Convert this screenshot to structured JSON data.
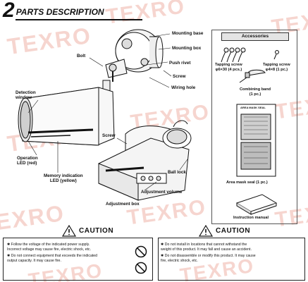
{
  "header": {
    "section_number": "2",
    "section_title": "PARTS DESCRIPTION"
  },
  "watermark": {
    "text": "TEXRO",
    "color": "#f3c8bf"
  },
  "camera_parts": {
    "mounting_base": "Mounting base",
    "mounting_box": "Mounting box",
    "bolt": "Bolt",
    "push_rivet": "Push rivet",
    "screw": "Screw",
    "wiring_hole": "Wiring hole",
    "detection_window": "Detection\nwindow",
    "operation_led": "Operation\nLED (red)",
    "memory_led": "Memory indication\nLED (yellow)"
  },
  "adjustment_parts": {
    "screw": "Screw",
    "ball_lock": "Ball lock",
    "adjustment_volume": "Adjustment volume",
    "adjustment_box": "Adjustment box"
  },
  "accessories": {
    "title": "Accessories",
    "tapping_screw_large": "Tapping screw\nφ6×30 (4 pcs.)",
    "tapping_screw_small": "Tapping screw\nφ4×8 (1 pc.)",
    "combining_band": "Combining band\n(1 pc.)",
    "mask_seal_heading": "AREA MASK SEAL",
    "area_mask_seal": "Area mask seal  (1 pc.)",
    "instruction_manual": "Instruction manual"
  },
  "caution_left": {
    "title": "CAUTION",
    "items": [
      "✱ Follow the voltage of the indicated power supply.\n   Incorrect voltage may cause fire, electric shock, etc.",
      "✱ Do not connect equipment that exceeds the indicated\n   output capacity. It may cause fire."
    ]
  },
  "caution_right": {
    "title": "CAUTION",
    "items": [
      "✱ Do not install in locations that cannot withstand the\n   weight of this product. It may fall and cause an accident.",
      "✱ Do not disassemble or modify this product. It may cause\n   fire, electric shock, etc."
    ]
  },
  "colors": {
    "caution_red": "#c8102e",
    "ink": "#111111"
  }
}
